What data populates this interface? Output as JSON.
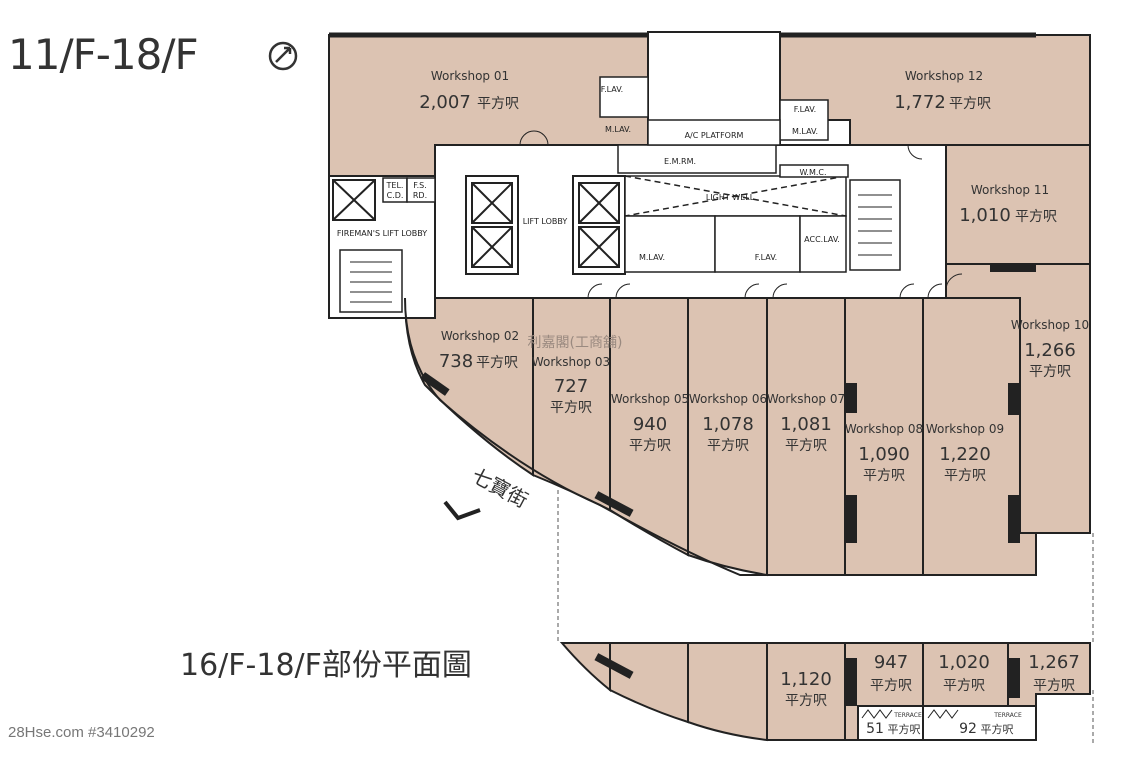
{
  "title": "11/F-18/F",
  "subtitle": "16/F-18/F部份平面圖",
  "watermark": "28Hse.com #3410292",
  "overlay_text": "利嘉閣(工商舖)",
  "street_name": "七寶街",
  "colors": {
    "unit_fill": "#dcc3b2",
    "wall": "#222222",
    "core_fill": "#ffffff",
    "text": "#333333"
  },
  "icons": [
    "compass-icon",
    "street-arrow-icon"
  ],
  "labels": {
    "lift_lobby": "LIFT LOBBY",
    "fireman_lift_lobby": "FIREMAN'S LIFT LOBBY",
    "ac_platform": "A/C PLATFORM",
    "emrm": "E.M.RM.",
    "light_well": "LIGHT WELL",
    "wmc": "W.M.C.",
    "flav": "F.LAV.",
    "mlav": "M.LAV.",
    "acclav": "ACC.LAV.",
    "tel": "TEL.",
    "cd": "C.D.",
    "fs": "F.S.",
    "rd": "RD.",
    "terrace": "TERRACE"
  },
  "workshops": [
    {
      "name": "Workshop 01",
      "area": "2,007",
      "unit": "平方呎"
    },
    {
      "name": "Workshop 02",
      "area": "738",
      "unit": "平方呎"
    },
    {
      "name": "Workshop 03",
      "area": "727",
      "unit": "平方呎"
    },
    {
      "name": "Workshop 05",
      "area": "940",
      "unit": "平方呎"
    },
    {
      "name": "Workshop 06",
      "area": "1,078",
      "unit": "平方呎"
    },
    {
      "name": "Workshop 07",
      "area": "1,081",
      "unit": "平方呎"
    },
    {
      "name": "Workshop 08",
      "area": "1,090",
      "unit": "平方呎"
    },
    {
      "name": "Workshop 09",
      "area": "1,220",
      "unit": "平方呎"
    },
    {
      "name": "Workshop 10",
      "area": "1,266",
      "unit": "平方呎"
    },
    {
      "name": "Workshop 11",
      "area": "1,010",
      "unit": "平方呎"
    },
    {
      "name": "Workshop 12",
      "area": "1,772",
      "unit": "平方呎"
    }
  ],
  "lower_units": [
    {
      "area": "1,120",
      "unit": "平方呎"
    },
    {
      "area": "947",
      "unit": "平方呎"
    },
    {
      "area": "1,020",
      "unit": "平方呎"
    },
    {
      "area": "1,267",
      "unit": "平方呎"
    }
  ],
  "terraces": [
    {
      "area": "51",
      "unit": "平方呎"
    },
    {
      "area": "92",
      "unit": "平方呎"
    }
  ]
}
